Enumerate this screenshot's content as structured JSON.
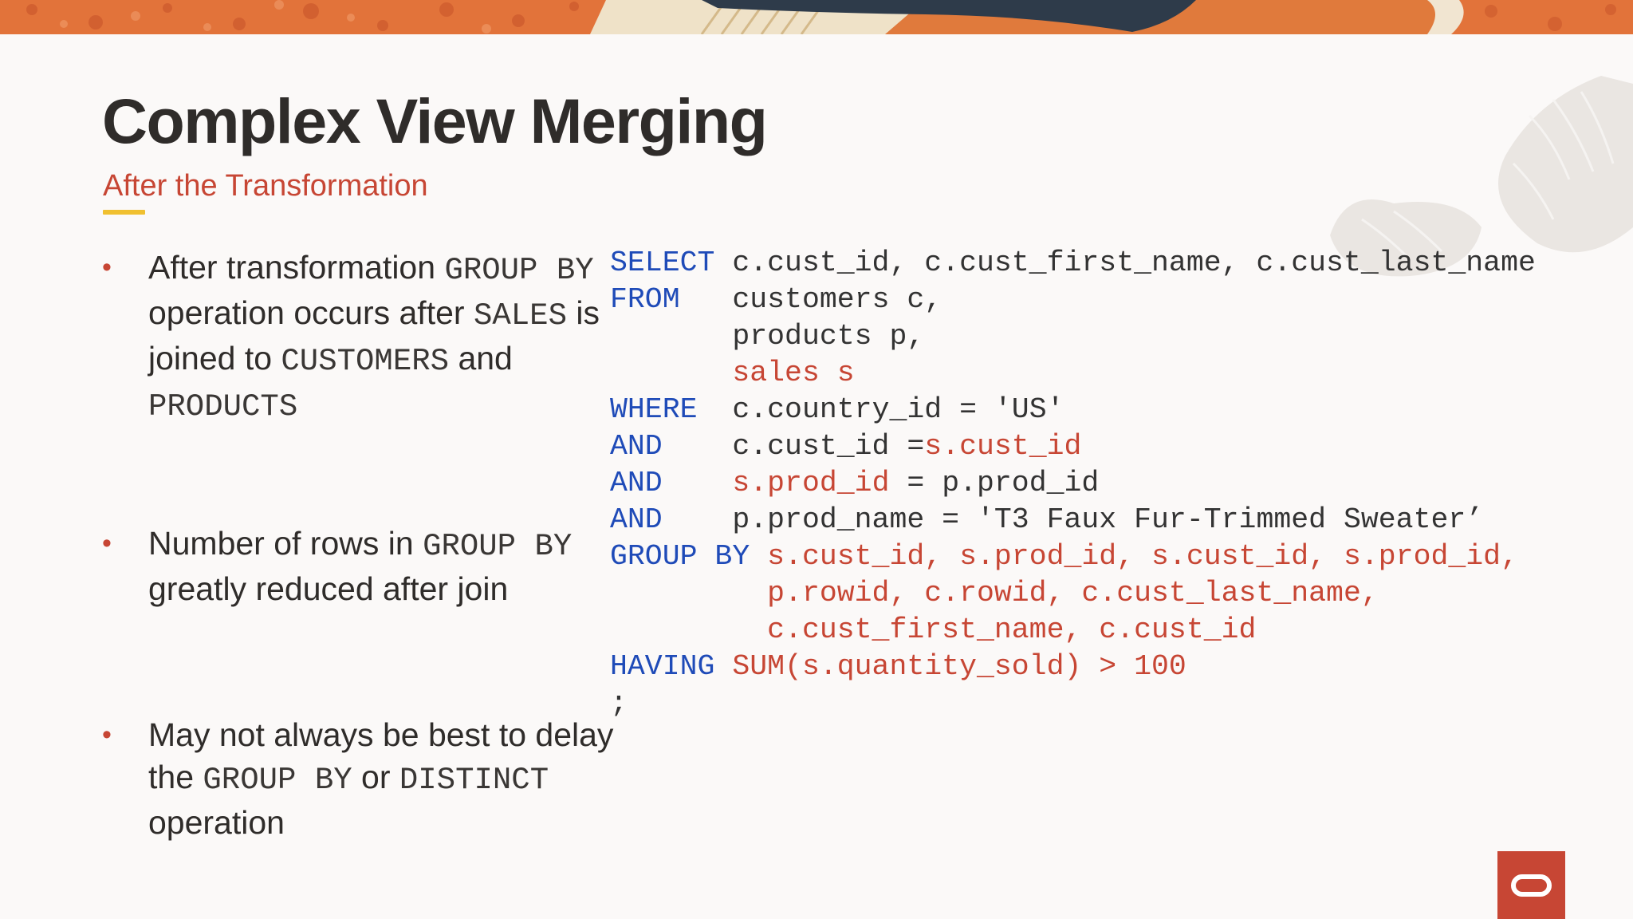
{
  "slide": {
    "title": "Complex View Merging",
    "subtitle": "After the Transformation",
    "accent_color": "#c74634",
    "rule_color": "#f0c030",
    "keyword_color": "#1f4bb8"
  },
  "bullets": [
    {
      "parts": [
        {
          "t": "After transformation ",
          "mono": false
        },
        {
          "t": "GROUP BY",
          "mono": true
        },
        {
          "t": " operation occurs after ",
          "mono": false
        },
        {
          "t": "SALES",
          "mono": true
        },
        {
          "t": " is joined to ",
          "mono": false
        },
        {
          "t": "CUSTOMERS",
          "mono": true
        },
        {
          "t": " and ",
          "mono": false
        },
        {
          "t": "PRODUCTS",
          "mono": true
        }
      ]
    },
    {
      "parts": [
        {
          "t": "Number of rows in ",
          "mono": false
        },
        {
          "t": "GROUP BY",
          "mono": true
        },
        {
          "t": " greatly reduced after join",
          "mono": false
        }
      ]
    },
    {
      "parts": [
        {
          "t": "May not always be best to delay the ",
          "mono": false
        },
        {
          "t": "GROUP BY",
          "mono": true
        },
        {
          "t": " or ",
          "mono": false
        },
        {
          "t": "DISTINCT",
          "mono": true
        },
        {
          "t": " operation",
          "mono": false
        }
      ]
    }
  ],
  "code_lines": [
    [
      {
        "t": "SELECT",
        "c": "kw"
      },
      {
        "t": " c.cust_id, c.cust_first_name, c.cust_last_name",
        "c": "tx"
      }
    ],
    [
      {
        "t": "FROM",
        "c": "kw"
      },
      {
        "t": "   customers c,",
        "c": "tx"
      }
    ],
    [
      {
        "t": "       products p,",
        "c": "tx"
      }
    ],
    [
      {
        "t": "       sales s",
        "c": "rd"
      }
    ],
    [
      {
        "t": "WHERE",
        "c": "kw"
      },
      {
        "t": "  c.country_id = 'US'",
        "c": "tx"
      }
    ],
    [
      {
        "t": "AND",
        "c": "kw"
      },
      {
        "t": "    c.cust_id =",
        "c": "tx"
      },
      {
        "t": "s.cust_id",
        "c": "rd"
      }
    ],
    [
      {
        "t": "AND",
        "c": "kw"
      },
      {
        "t": "    ",
        "c": "tx"
      },
      {
        "t": "s.prod_id",
        "c": "rd"
      },
      {
        "t": " = p.prod_id",
        "c": "tx"
      }
    ],
    [
      {
        "t": "AND",
        "c": "kw"
      },
      {
        "t": "    p.prod_name = 'T3 Faux Fur-Trimmed Sweater’",
        "c": "tx"
      }
    ],
    [
      {
        "t": "GROUP BY",
        "c": "kw"
      },
      {
        "t": " s.cust_id, s.prod_id, s.cust_id, s.prod_id,",
        "c": "rd"
      }
    ],
    [
      {
        "t": "         p.rowid, c.rowid, c.cust_last_name,",
        "c": "rd"
      }
    ],
    [
      {
        "t": "         c.cust_first_name, c.cust_id",
        "c": "rd"
      }
    ],
    [
      {
        "t": "HAVING",
        "c": "kw"
      },
      {
        "t": " SUM(s.quantity_sold) > 100",
        "c": "rd"
      }
    ],
    [
      {
        "t": ";",
        "c": "tx"
      }
    ]
  ],
  "icons": {
    "logo": "oracle-logo-icon",
    "bullet": "bullet-dot-icon"
  }
}
